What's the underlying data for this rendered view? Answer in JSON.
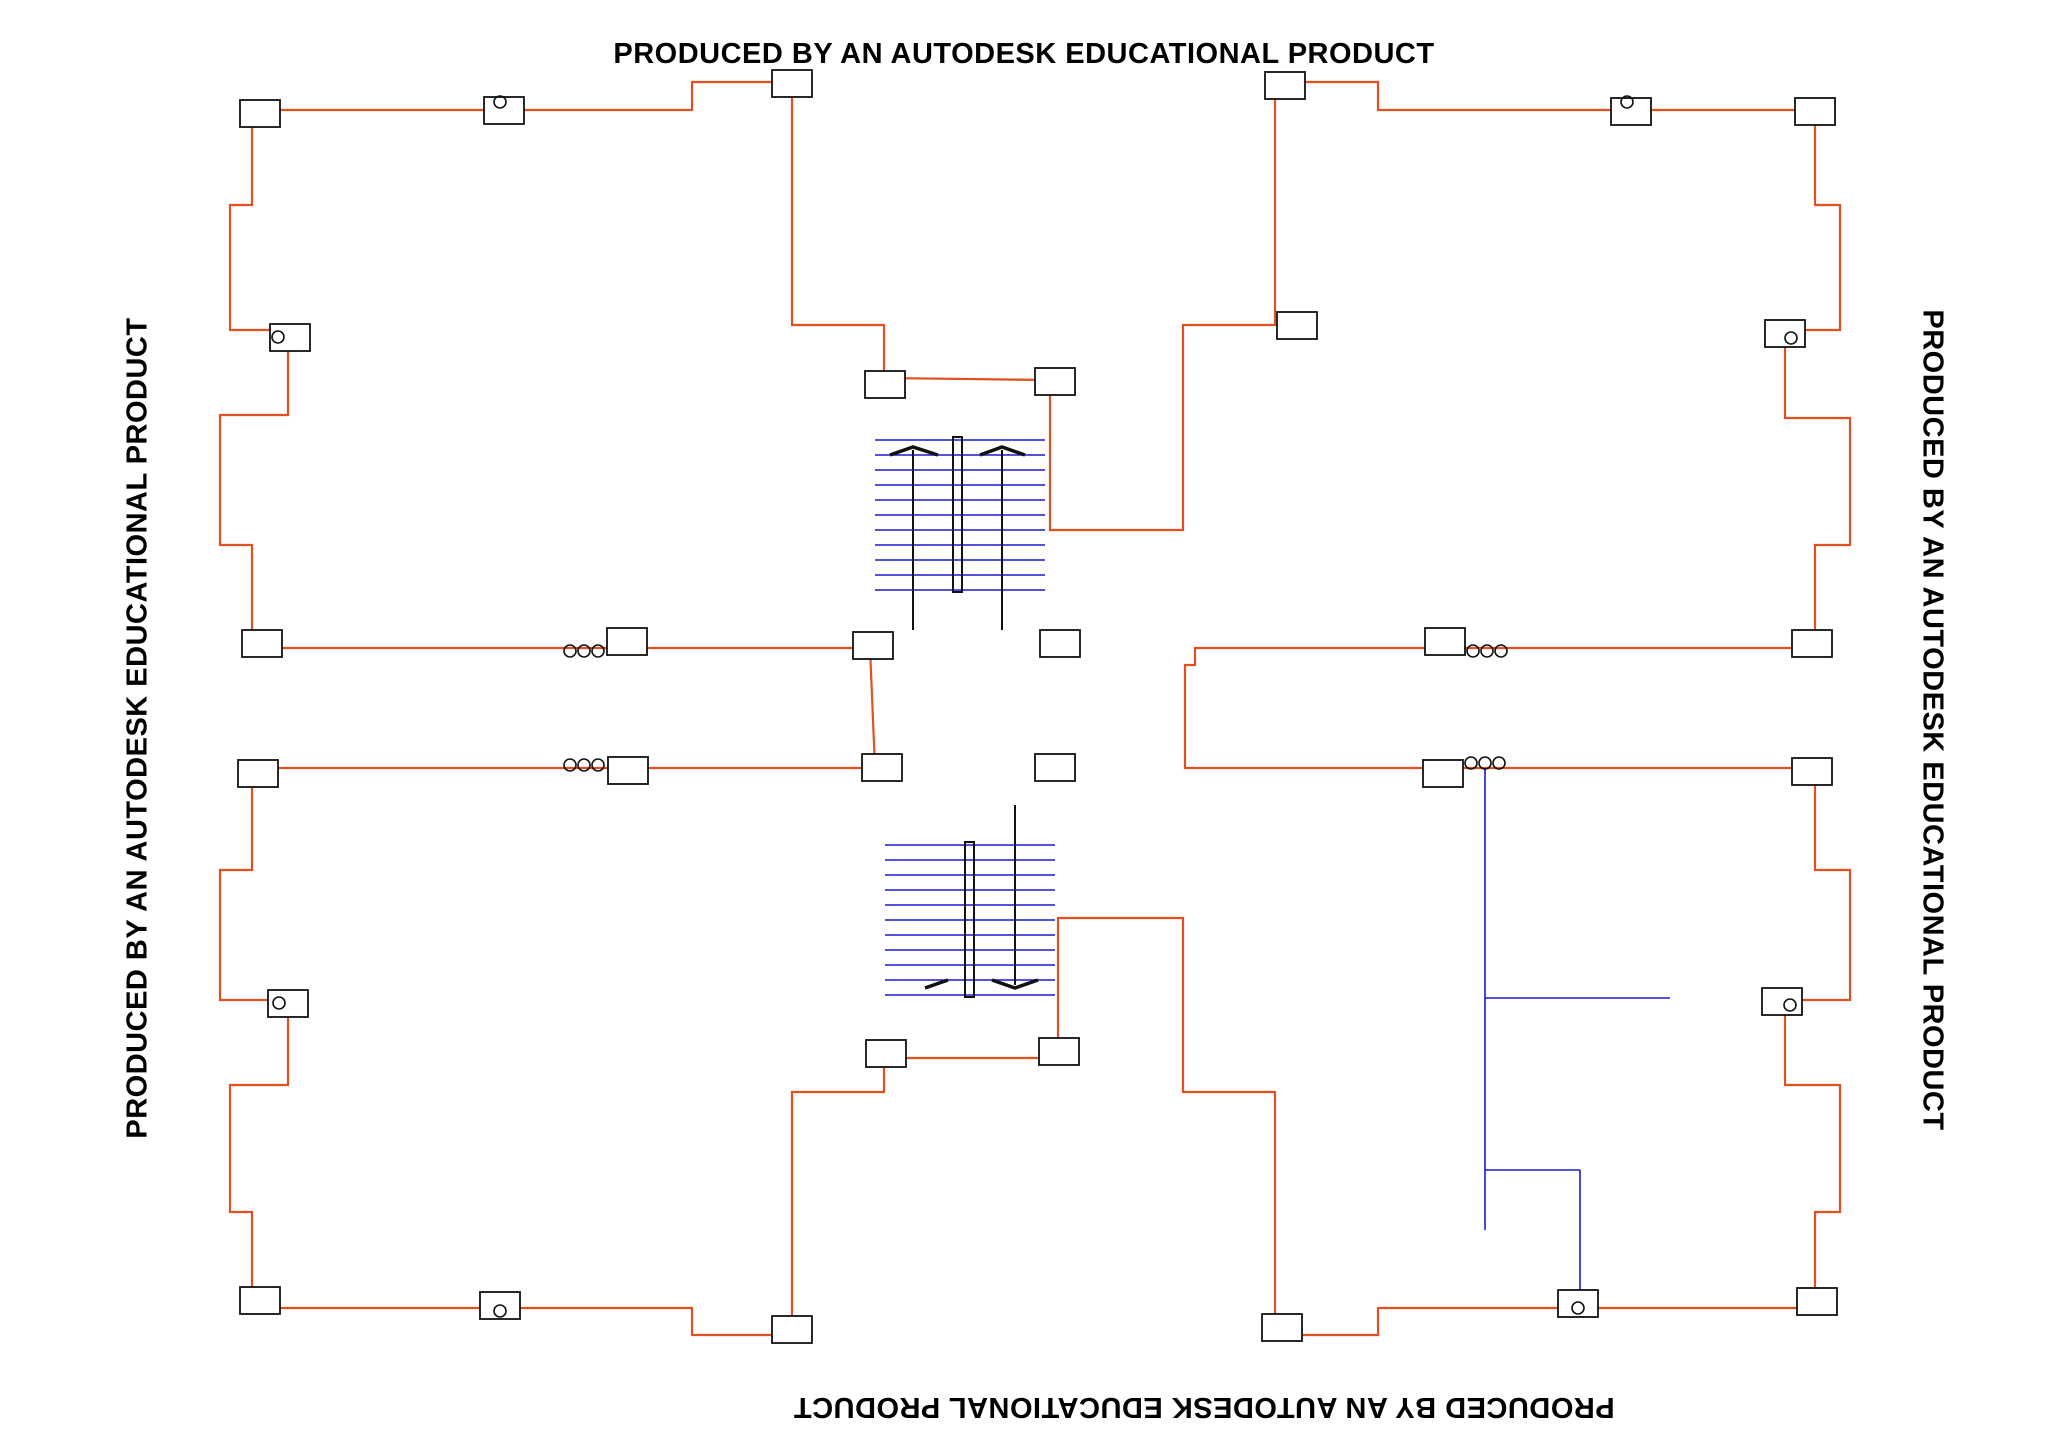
{
  "watermarks": {
    "top": "PRODUCED BY AN AUTODESK EDUCATIONAL PRODUCT",
    "bottom": "PRODUCED BY AN AUTODESK EDUCATIONAL PRODUCT",
    "left": "PRODUCED BY AN AUTODESK EDUCATIONAL PRODUCT",
    "right": "PRODUCED BY AN AUTODESK EDUCATIONAL PRODUCT"
  },
  "colors": {
    "background": "#ffffff",
    "wiring": "#e1501e",
    "stairs": "#1a1ad6",
    "outline": "#111111"
  }
}
